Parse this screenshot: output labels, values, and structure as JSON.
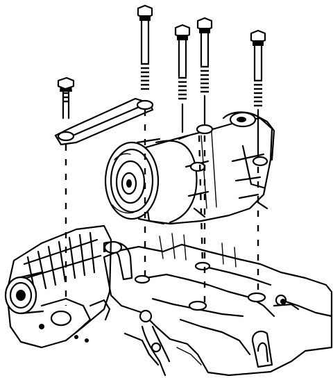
{
  "diagram": {
    "parts": [
      {
        "id": "bolt-short-left",
        "kind": "bolt"
      },
      {
        "id": "bolt-long-1",
        "kind": "bolt"
      },
      {
        "id": "bolt-mid-2",
        "kind": "bolt"
      },
      {
        "id": "bolt-mid-3",
        "kind": "bolt"
      },
      {
        "id": "bolt-right-4",
        "kind": "bolt"
      },
      {
        "id": "brace-bracket",
        "kind": "bracket"
      },
      {
        "id": "ac-compressor",
        "kind": "compressor"
      },
      {
        "id": "generator",
        "kind": "alternator"
      },
      {
        "id": "engine-mount",
        "kind": "engine-block"
      }
    ],
    "colors": {
      "ink": "#000000",
      "paper": "#ffffff"
    }
  }
}
